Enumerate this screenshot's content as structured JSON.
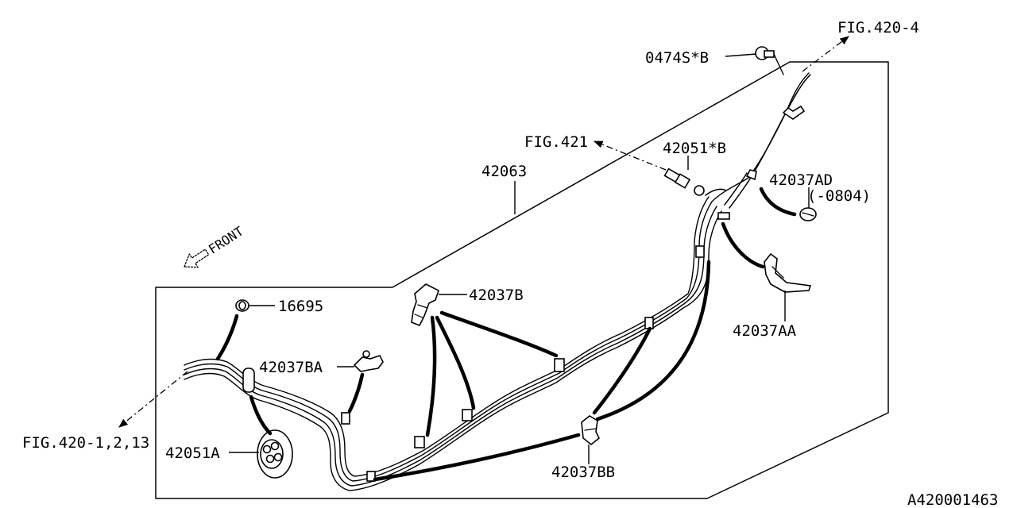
{
  "diagram": {
    "title": "",
    "front_label": "FRONT",
    "code": "A420001463",
    "refs": {
      "fig_420_4": "FIG.420-4",
      "fig_421": "FIG.421",
      "fig_420_1_2_13": "FIG.420-1,2,13"
    },
    "parts": {
      "p_0474s_b": "0474S*B",
      "p_42051_b": "42051*B",
      "p_42063": "42063",
      "p_42037ad": "42037AD",
      "p_42037ad_note": "(-0804)",
      "p_42037b": "42037B",
      "p_42037aa": "42037AA",
      "p_16695": "16695",
      "p_42037ba": "42037BA",
      "p_42051a": "42051A",
      "p_42037bb": "42037BB"
    }
  }
}
